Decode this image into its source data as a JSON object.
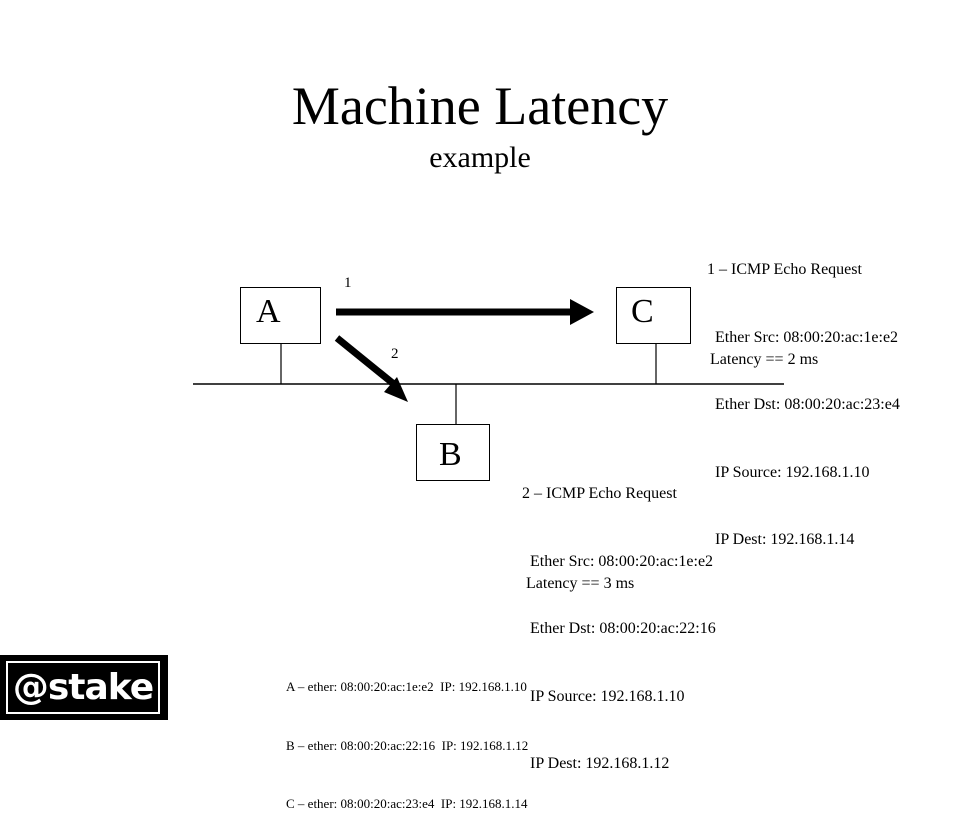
{
  "title": "Machine Latency",
  "subtitle": "example",
  "nodes": {
    "a": "A",
    "b": "B",
    "c": "C"
  },
  "arrows": {
    "one": "1",
    "two": "2"
  },
  "packet1": {
    "header": "1 – ICMP Echo Request",
    "ether_src": "  Ether Src: 08:00:20:ac:1e:e2",
    "ether_dst": "  Ether Dst: 08:00:20:ac:23:e4",
    "ip_src": "  IP Source: 192.168.1.10",
    "ip_dst": "  IP Dest: 192.168.1.14",
    "latency": "Latency == 2 ms"
  },
  "packet2": {
    "header": "2 – ICMP Echo Request",
    "ether_src": "  Ether Src: 08:00:20:ac:1e:e2",
    "ether_dst": "  Ether Dst: 08:00:20:ac:22:16",
    "ip_src": "  IP Source: 192.168.1.10",
    "ip_dst": "  IP Dest: 192.168.1.12",
    "latency": "Latency == 3 ms"
  },
  "hosts": [
    "A – ether: 08:00:20:ac:1e:e2  IP: 192.168.1.10",
    "B – ether: 08:00:20:ac:22:16  IP: 192.168.1.12",
    "C – ether: 08:00:20:ac:23:e4  IP: 192.168.1.14"
  ],
  "logo": "@stake"
}
